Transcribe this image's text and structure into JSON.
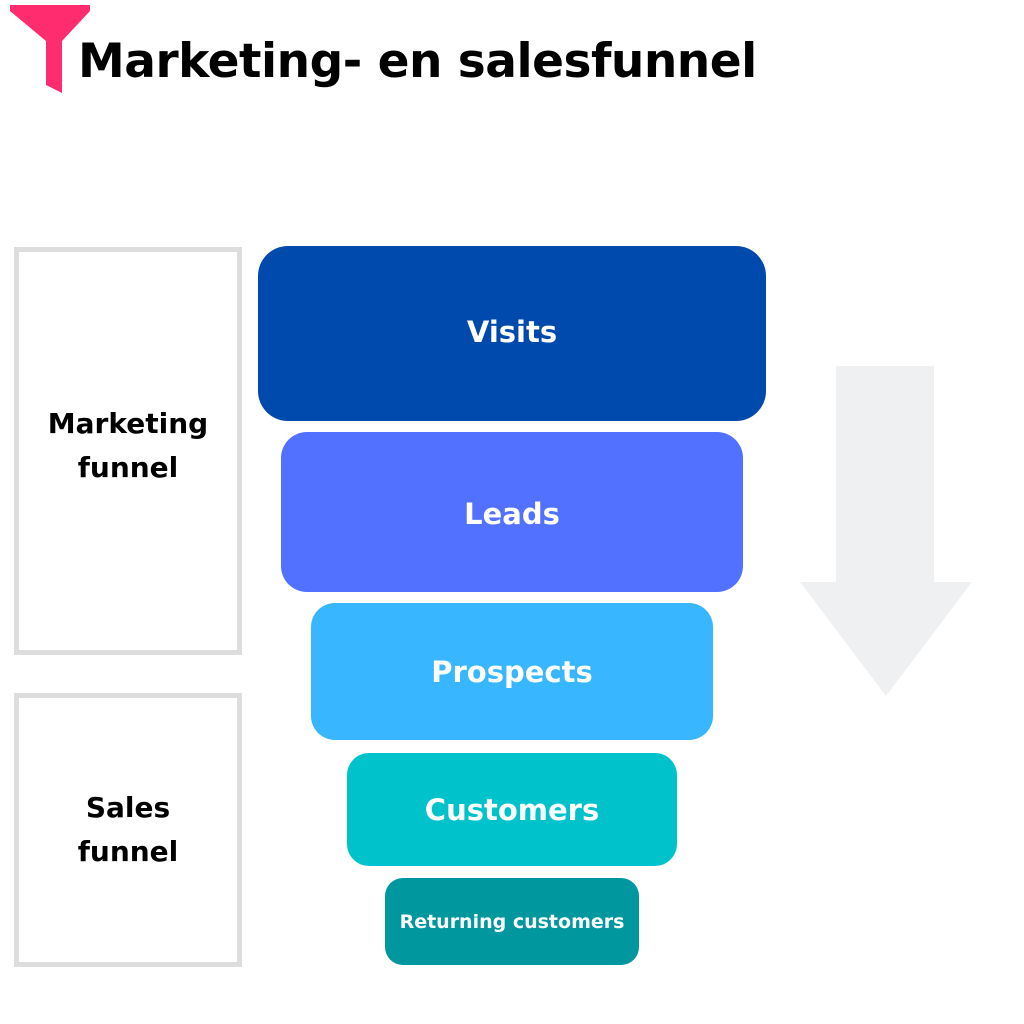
{
  "title": "Marketing- en salesfunnel",
  "logo": {
    "icon": "funnel-icon",
    "color": "#ff2d6f"
  },
  "side_labels": {
    "marketing": "Marketing\nfunnel",
    "sales": "Sales\nfunnel"
  },
  "stages": [
    {
      "label": "Visits",
      "color": "#004aad"
    },
    {
      "label": "Leads",
      "color": "#5271ff"
    },
    {
      "label": "Prospects",
      "color": "#38b6ff"
    },
    {
      "label": "Customers",
      "color": "#00c2cb"
    },
    {
      "label": "Returning customers",
      "color": "#00979e"
    }
  ],
  "arrow": {
    "icon": "down-arrow-icon",
    "color": "#eff0f2"
  },
  "colors": {
    "side_border": "#dddddd"
  }
}
